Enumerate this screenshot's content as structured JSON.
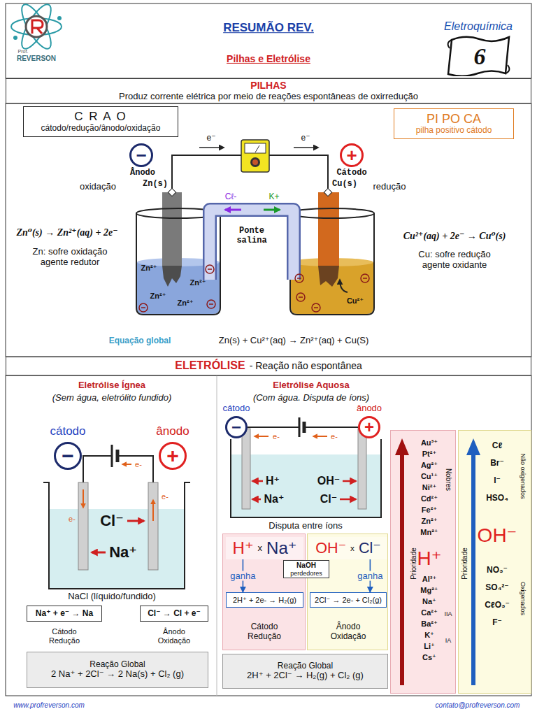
{
  "diagram": {
    "title": "RESUMÃO REV.",
    "nodes": [
      {
        "text": [
          "Eletroquímica",
          "6"
        ]
      },
      {
        "text": [
          "PILHAS",
          "Produz corrente elétrica por meio de reações espontâneas de oxirredução"
        ]
      },
      {
        "text": [
          "C R A O",
          "cátodo/redução/ânodo/oxidação"
        ]
      },
      {
        "text": [
          "PI PO CA",
          "pilha positivo cátodo"
        ]
      },
      {
        "text": [
          "−"
        ]
      },
      {
        "text": [
          "+"
        ]
      },
      {
        "text": [
          "ELETRÓLISE",
          "- Reação não espontânea"
        ]
      },
      {
        "text": [
          "−"
        ]
      },
      {
        "text": [
          "+"
        ]
      },
      {
        "text": [
          "Na⁺ + e⁻ → Na"
        ]
      },
      {
        "text": [
          "Cl⁻ → Cl + e⁻"
        ]
      },
      {
        "text": [
          "Reação Global",
          "2 Na⁺ + 2Cl⁻ → 2 Na(s) + Cl₂ (g)"
        ]
      },
      {
        "text": [
          "−"
        ]
      },
      {
        "text": [
          "+"
        ]
      },
      {
        "text": [
          "Cátodo Redução"
        ]
      },
      {
        "text": [
          "H⁺",
          "x",
          "Na⁺"
        ],
        "in": 14
      },
      {
        "text": [
          "2H⁺ + 2e- → H₂(g)"
        ],
        "in": 14
      },
      {
        "text": [
          "Ânodo Oxidação"
        ]
      },
      {
        "text": [
          "OH⁻",
          "x",
          "Cl⁻"
        ],
        "in": 17
      },
      {
        "text": [
          "2Cl⁻ → 2e- + Cl₂(g)"
        ],
        "in": 17
      },
      {
        "text": [
          "NaOH",
          "perdedores"
        ]
      },
      {
        "text": [
          "Reação Global",
          "2H⁺ + 2Cl⁻ → H₂(g) + Cl₂ (g)"
        ]
      },
      {
        "text": [
          "Au³⁺",
          "Pt²⁺",
          "Ag²⁺",
          "Cu¹⁺",
          "Ni²⁺",
          "Cd²⁺",
          "Fe²⁺",
          "Zn²⁺",
          "Mn²⁺",
          "H⁺",
          "Al³⁺",
          "Mg²⁺",
          "Na⁺",
          "Ca²⁺",
          "Ba²⁺",
          "K⁺",
          "Li⁺",
          "Cs⁺",
          "Nobres",
          "Prioridade",
          "IIA",
          "IA"
        ]
      },
      {
        "text": [
          "Cℓ",
          "Br⁻",
          "I⁻",
          "HSO₄",
          "OH⁻",
          "NO₃⁻",
          "SO₄²⁻",
          "CℓO₃⁻",
          "F⁻",
          "Não oxigenados",
          "Prioridade",
          "Oxigenados"
        ]
      }
    ],
    "edges": [
      {
        "from": 15,
        "to": 16,
        "arrow": "to",
        "label": "ganha"
      },
      {
        "from": 18,
        "to": 19,
        "arrow": "to",
        "label": "ganha"
      }
    ],
    "labels": [
      "Prof.",
      "REVERSON",
      "Pilhas e Eletrólise",
      "e⁻",
      "e⁻",
      "Ânodo",
      "Zn(s)",
      "oxidação",
      "Cátodo",
      "Cu(s)",
      "redução",
      "Cℓ-",
      "K+",
      "Ponte salina",
      "Zn⁰(s) → Zn²⁺(aq) + 2e⁻",
      "Zn: sofre oxidação agente redutor",
      "Cu²⁺(aq) + 2e⁻ → Cu⁰(s)",
      "Cu: sofre redução agente oxidante",
      "Zn²⁺",
      "Zn²⁺",
      "Zn²⁺",
      "Zn²⁺",
      "Cu²⁺",
      "Equação global",
      "Zn(s) + Cu²⁺(aq) → Zn²⁺(aq) + Cu(S)",
      "Eletrólise Ígnea",
      "(Sem água, eletrólito fundido)",
      "cátodo",
      "ânodo",
      "e-",
      "e-",
      "e-",
      "Cl⁻",
      "Na⁺",
      "NaCl (líquido/fundido)",
      "Cátodo Redução",
      "Ânodo Oxidação",
      "Eletrólise Aquosa",
      "(Com água. Disputa de íons)",
      "cátodo",
      "ânodo",
      "e-",
      "e-",
      "H⁺",
      "Na⁺",
      "OH⁻",
      "Cl⁻",
      "Disputa entre íons",
      "www.profreverson.com",
      "contato@profreverson.com"
    ]
  }
}
